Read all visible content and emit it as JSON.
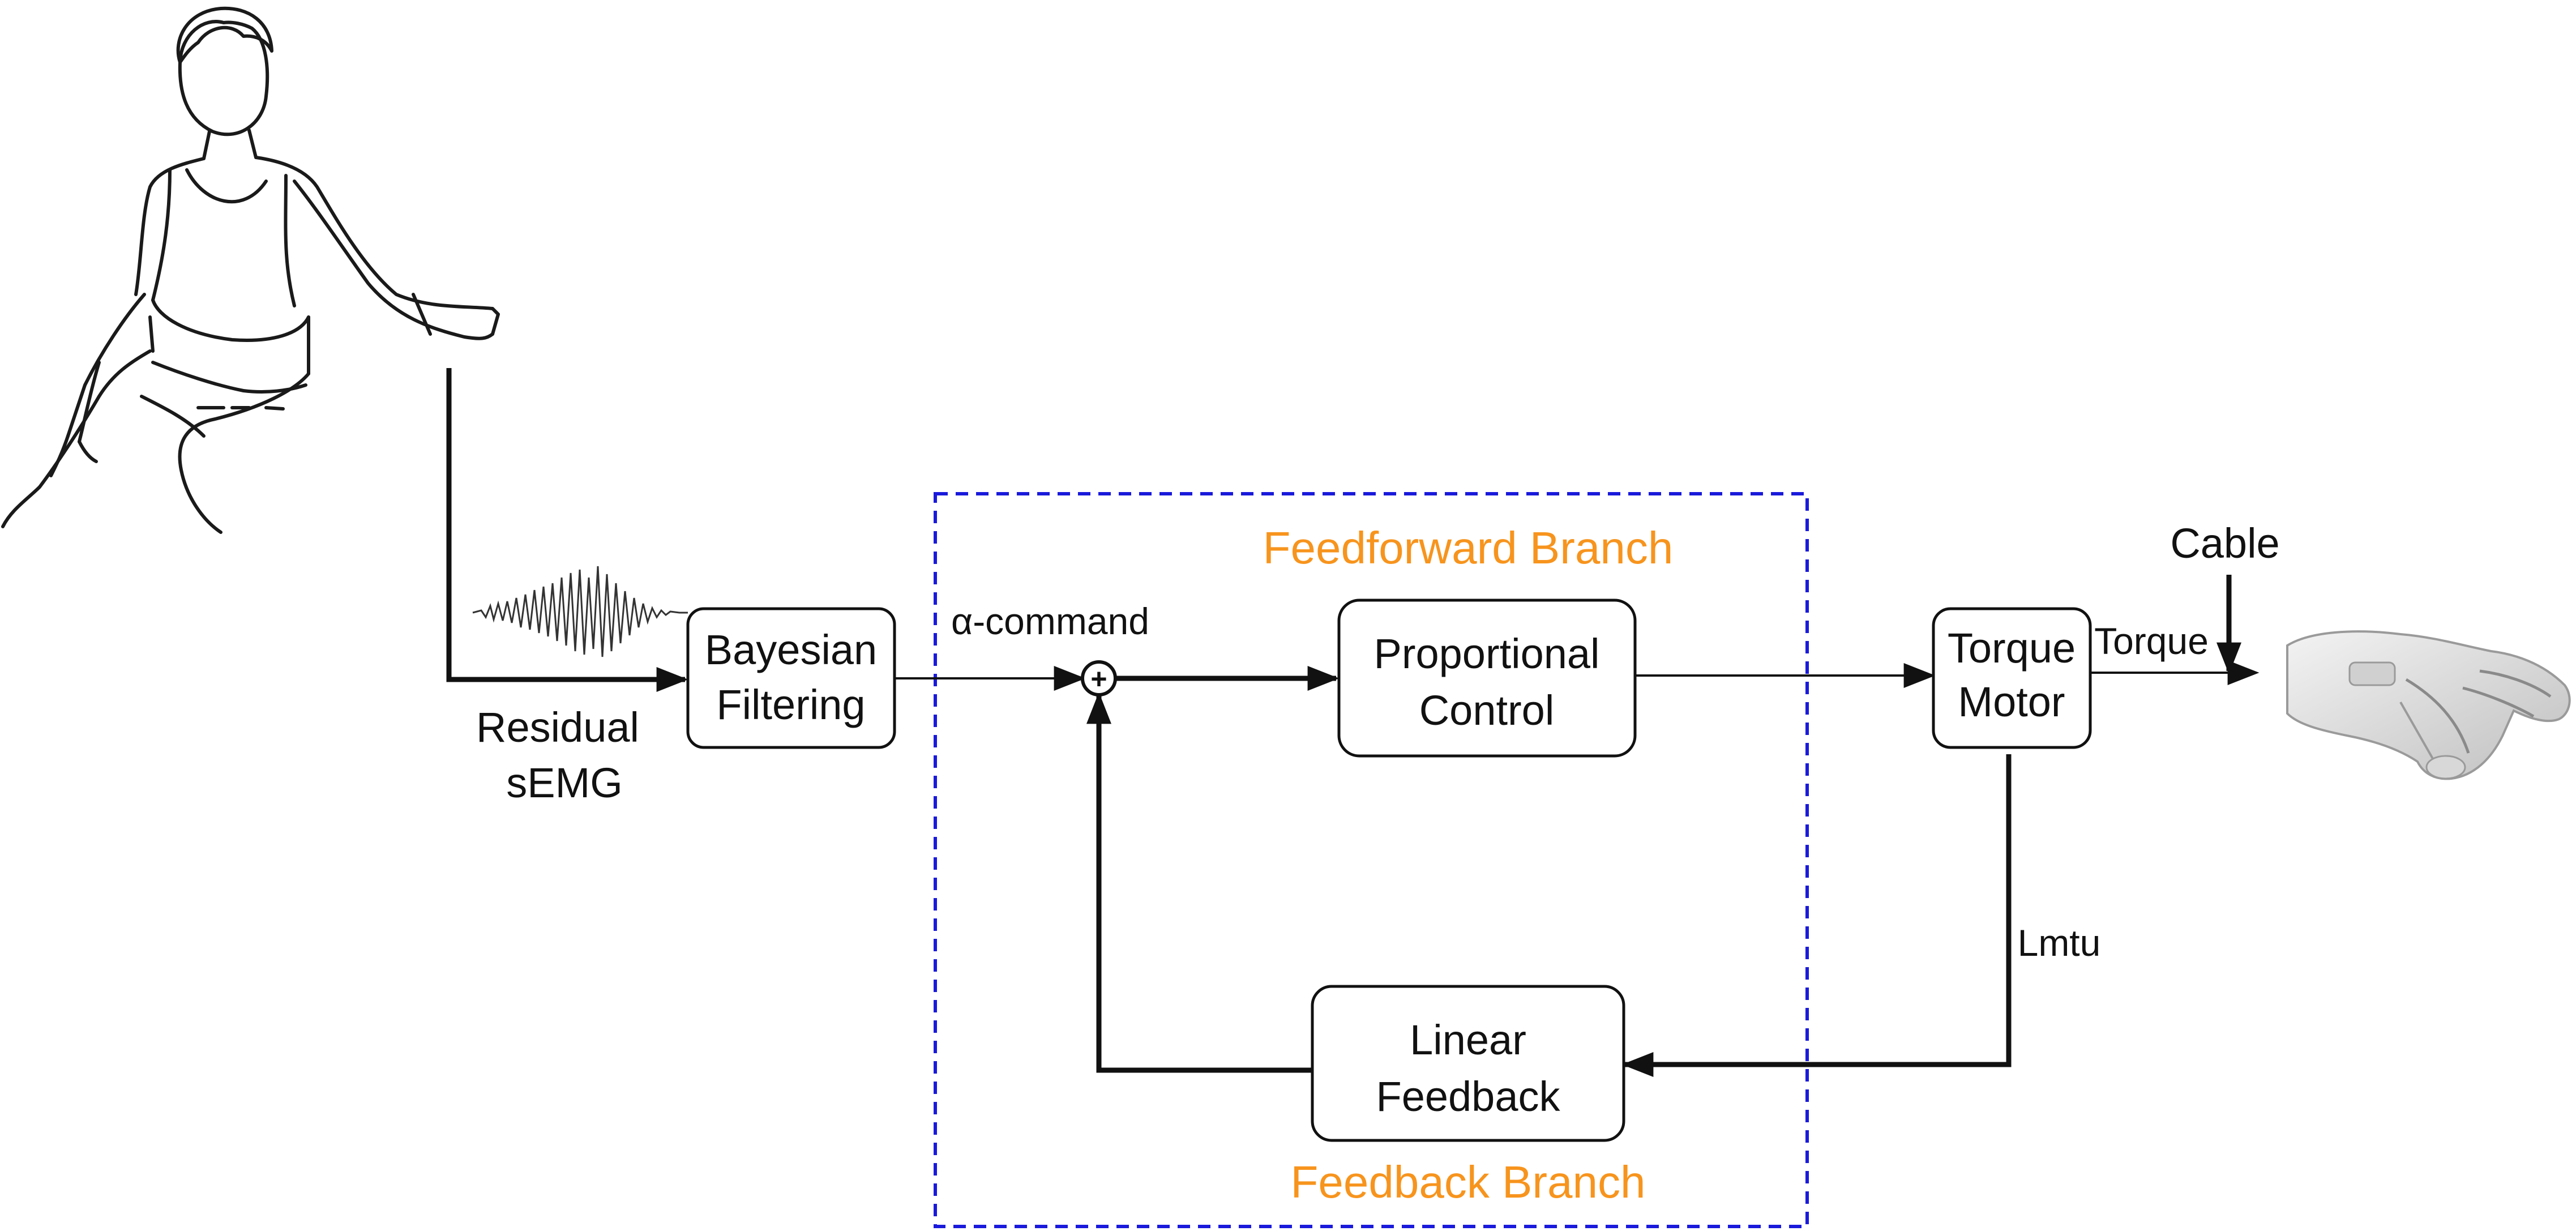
{
  "diagram": {
    "nodes": {
      "bayesian": {
        "line1": "Bayesian",
        "line2": "Filtering"
      },
      "proportional": {
        "line1": "Proportional",
        "line2": "Control"
      },
      "torque_motor": {
        "line1": "Torque",
        "line2": "Motor"
      },
      "linear_feedback": {
        "line1": "Linear",
        "line2": "Feedback"
      }
    },
    "edge_labels": {
      "residual_semg_line1": "Residual",
      "residual_semg_line2": "sEMG",
      "alpha_command": "α-command",
      "torque": "Torque",
      "cable": "Cable",
      "lmtu": "Lmtu"
    },
    "branches": {
      "feedforward": "Feedforward Branch",
      "feedback": "Feedback Branch"
    },
    "summing_junction": {
      "symbol": "+"
    },
    "colors": {
      "branch_label": "#f7941d",
      "dashed_border": "#1a1adc",
      "line": "#111111"
    }
  }
}
